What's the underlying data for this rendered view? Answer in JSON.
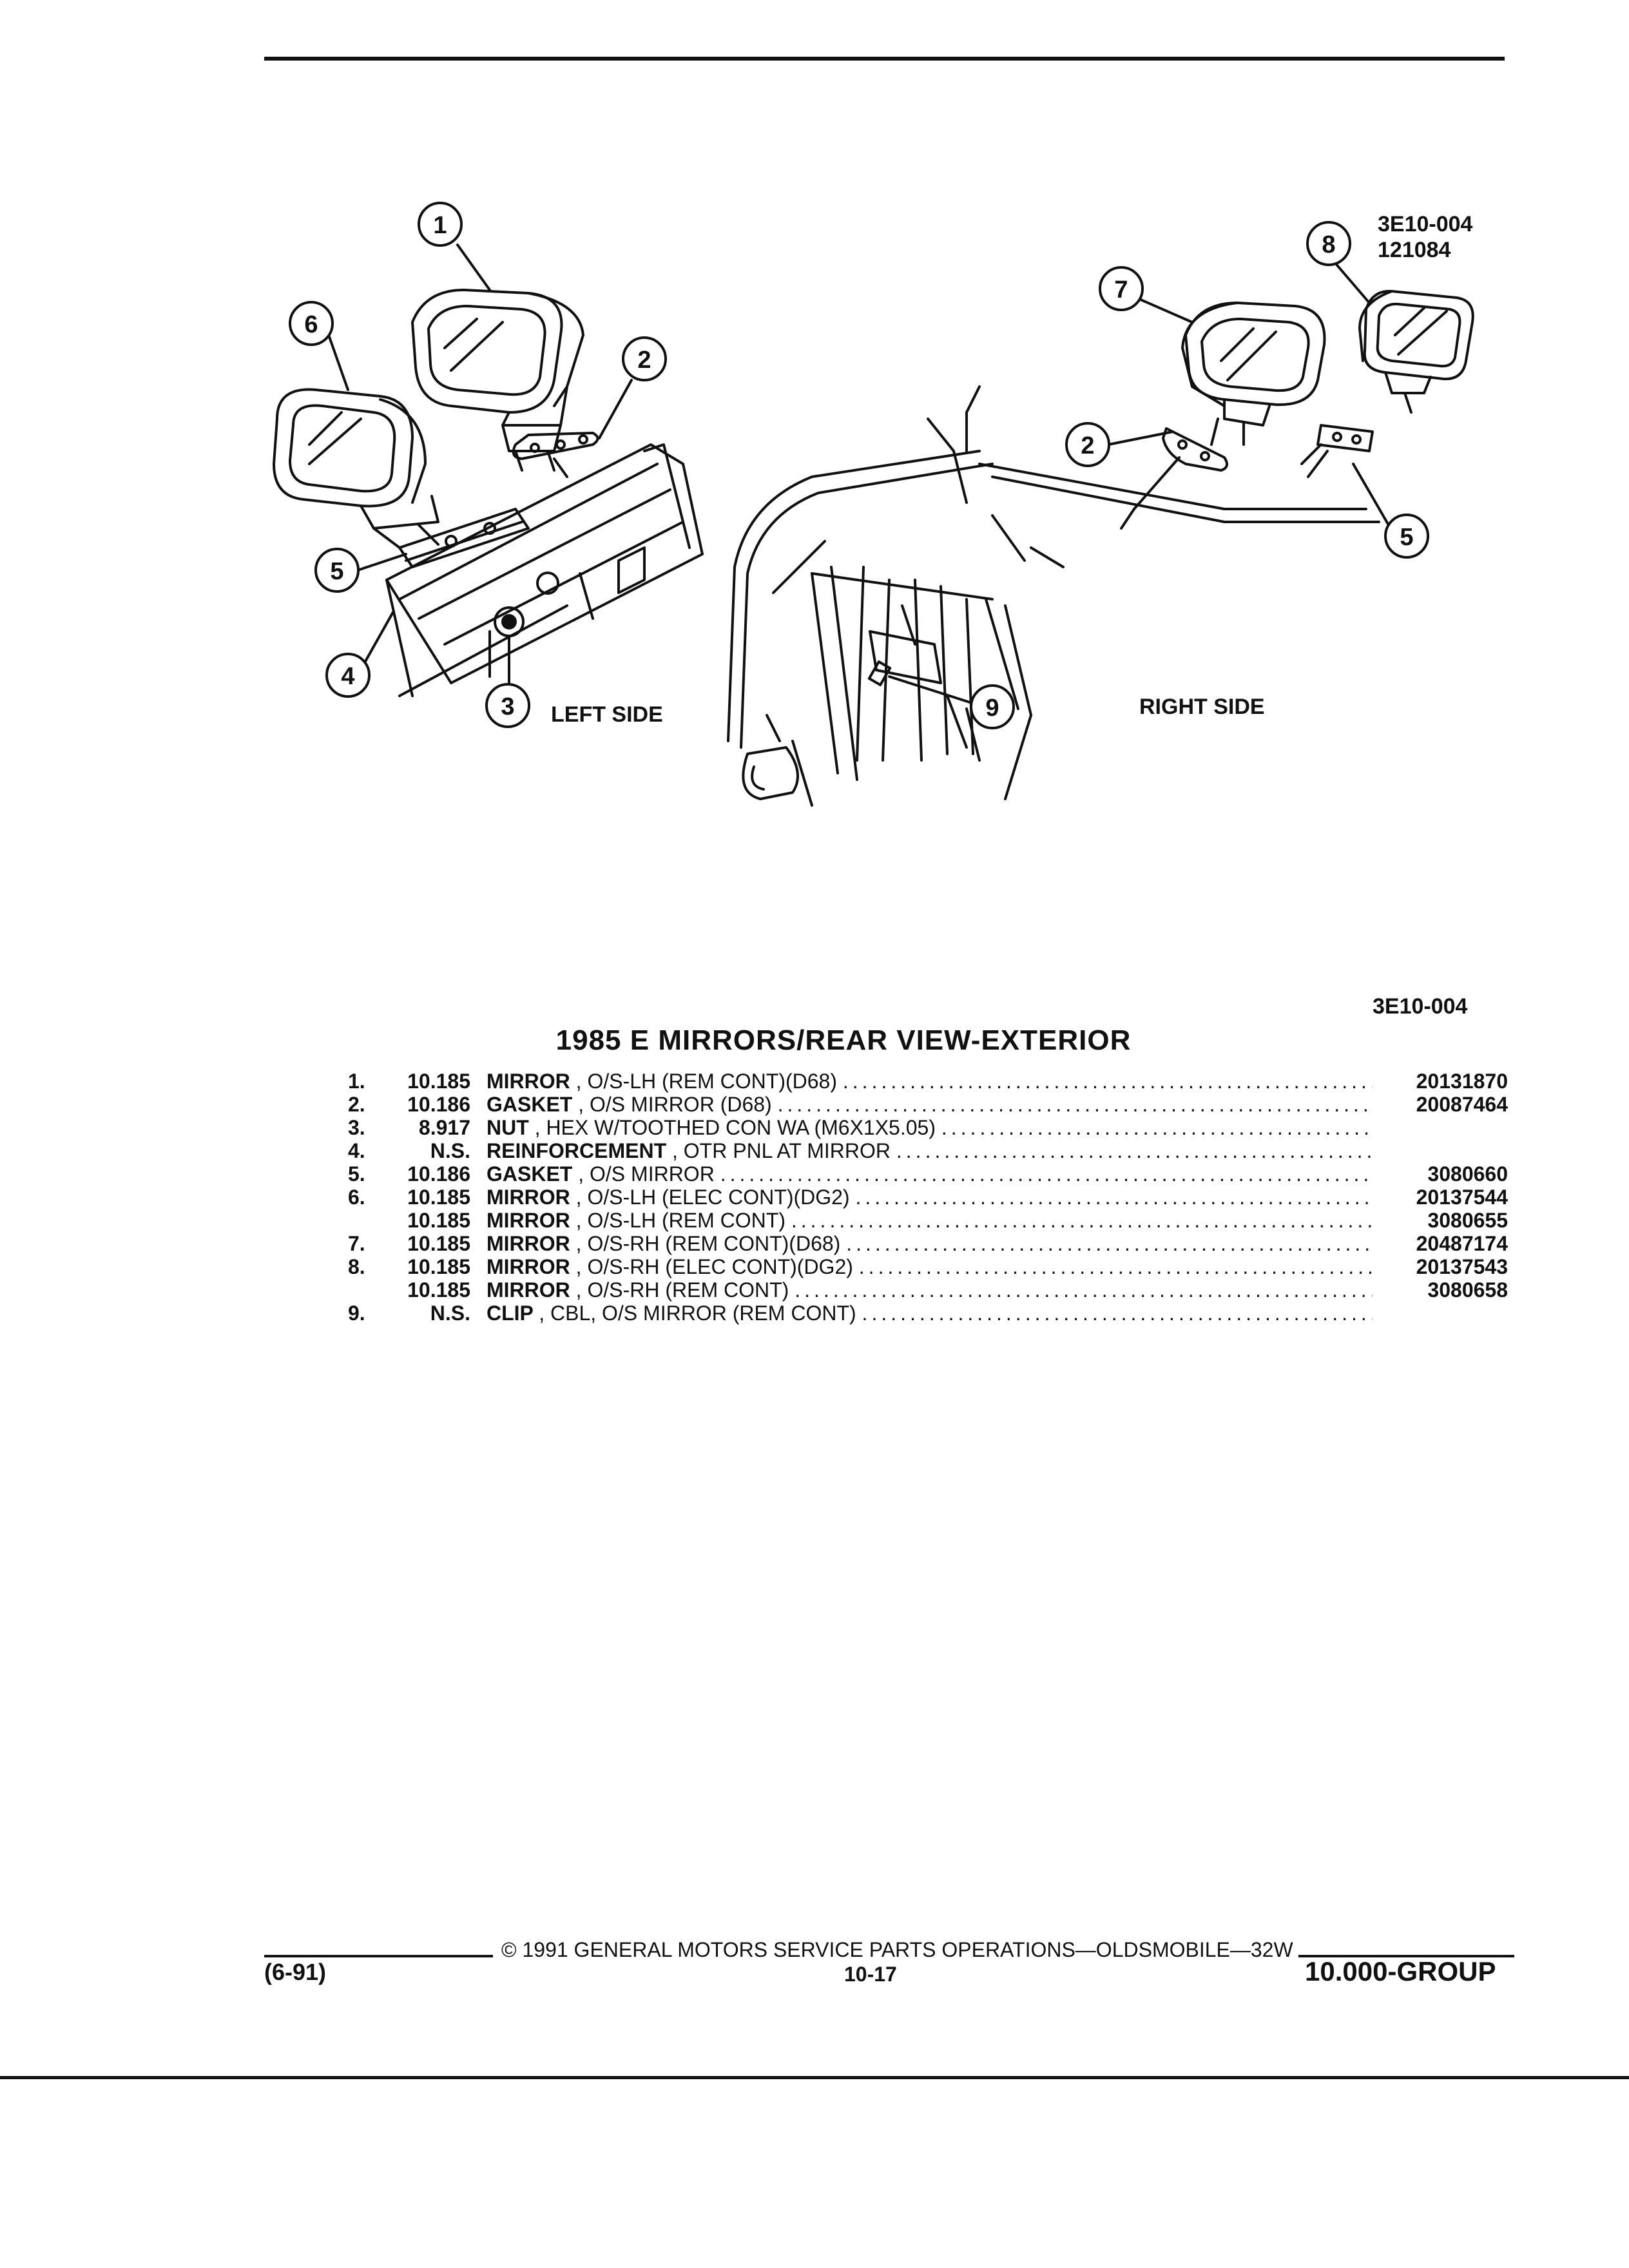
{
  "figure": {
    "ref_code_top": "3E10-004",
    "date_code": "121084",
    "left_label": "LEFT SIDE",
    "right_label": "RIGHT SIDE",
    "callouts": {
      "c1": "1",
      "c2a": "2",
      "c3": "3",
      "c4": "4",
      "c5a": "5",
      "c6": "6",
      "c7": "7",
      "c8": "8",
      "c2b": "2",
      "c5b": "5",
      "c9": "9"
    }
  },
  "ref_code_bottom": "3E10-004",
  "section_title": "1985 E MIRRORS/REAR VIEW-EXTERIOR",
  "parts": [
    {
      "item": "1.",
      "group": "10.185",
      "name": "MIRROR",
      "detail": ", O/S-LH (REM CONT)(D68)",
      "part_no": "20131870"
    },
    {
      "item": "2.",
      "group": "10.186",
      "name": "GASKET",
      "detail": ", O/S MIRROR (D68)",
      "part_no": "20087464"
    },
    {
      "item": "3.",
      "group": "8.917",
      "name": "NUT",
      "detail": ", HEX W/TOOTHED CON WA (M6X1X5.05)",
      "part_no": ""
    },
    {
      "item": "4.",
      "group": "N.S.",
      "name": "REINFORCEMENT",
      "detail": ", OTR PNL AT MIRROR",
      "part_no": ""
    },
    {
      "item": "5.",
      "group": "10.186",
      "name": "GASKET",
      "detail": ", O/S MIRROR",
      "part_no": "3080660"
    },
    {
      "item": "6.",
      "group": "10.185",
      "name": "MIRROR",
      "detail": ", O/S-LH (ELEC CONT)(DG2)",
      "part_no": "20137544"
    },
    {
      "item": "",
      "group": "10.185",
      "name": "MIRROR",
      "detail": ", O/S-LH (REM CONT)",
      "part_no": "3080655"
    },
    {
      "item": "7.",
      "group": "10.185",
      "name": "MIRROR",
      "detail": ", O/S-RH (REM CONT)(D68)",
      "part_no": "20487174"
    },
    {
      "item": "8.",
      "group": "10.185",
      "name": "MIRROR",
      "detail": ", O/S-RH (ELEC CONT)(DG2)",
      "part_no": "20137543"
    },
    {
      "item": "",
      "group": "10.185",
      "name": "MIRROR",
      "detail": ", O/S-RH (REM CONT)",
      "part_no": "3080658"
    },
    {
      "item": "9.",
      "group": "N.S.",
      "name": "CLIP",
      "detail": ", CBL, O/S MIRROR (REM CONT)",
      "part_no": ""
    }
  ],
  "footer": {
    "copyright": "© 1991 GENERAL MOTORS SERVICE PARTS OPERATIONS—OLDSMOBILE—32W",
    "revision": "(6-91)",
    "page": "10-17",
    "group": "10.000-GROUP"
  }
}
